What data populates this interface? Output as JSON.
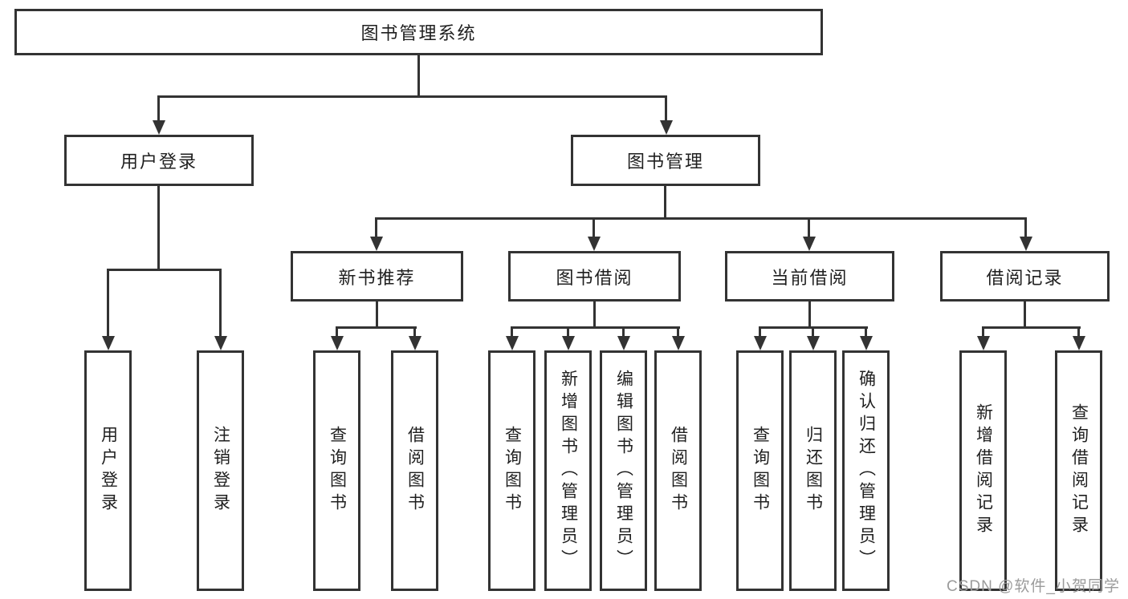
{
  "title": "图书管理系统",
  "watermark": "CSDN @软件_小贺同学",
  "colors": {
    "line": "#333333",
    "text": "#1f1f1f",
    "watermark": "#9b9b9b",
    "background": "#ffffff"
  },
  "tree": {
    "root": {
      "label": "图书管理系统"
    },
    "branches": [
      {
        "label": "用户登录",
        "children": [
          "用户登录",
          "注销登录"
        ]
      },
      {
        "label": "图书管理",
        "children": [
          {
            "label": "新书推荐",
            "children": [
              "查询图书",
              "借阅图书"
            ]
          },
          {
            "label": "图书借阅",
            "children": [
              "查询图书",
              "新增图书（管理员）",
              "编辑图书（管理员）",
              "借阅图书"
            ]
          },
          {
            "label": "当前借阅",
            "children": [
              "查询图书",
              "归还图书",
              "确认归还（管理员）"
            ]
          },
          {
            "label": "借阅记录",
            "children": [
              "新增借阅记录",
              "查询借阅记录"
            ]
          }
        ]
      }
    ]
  }
}
